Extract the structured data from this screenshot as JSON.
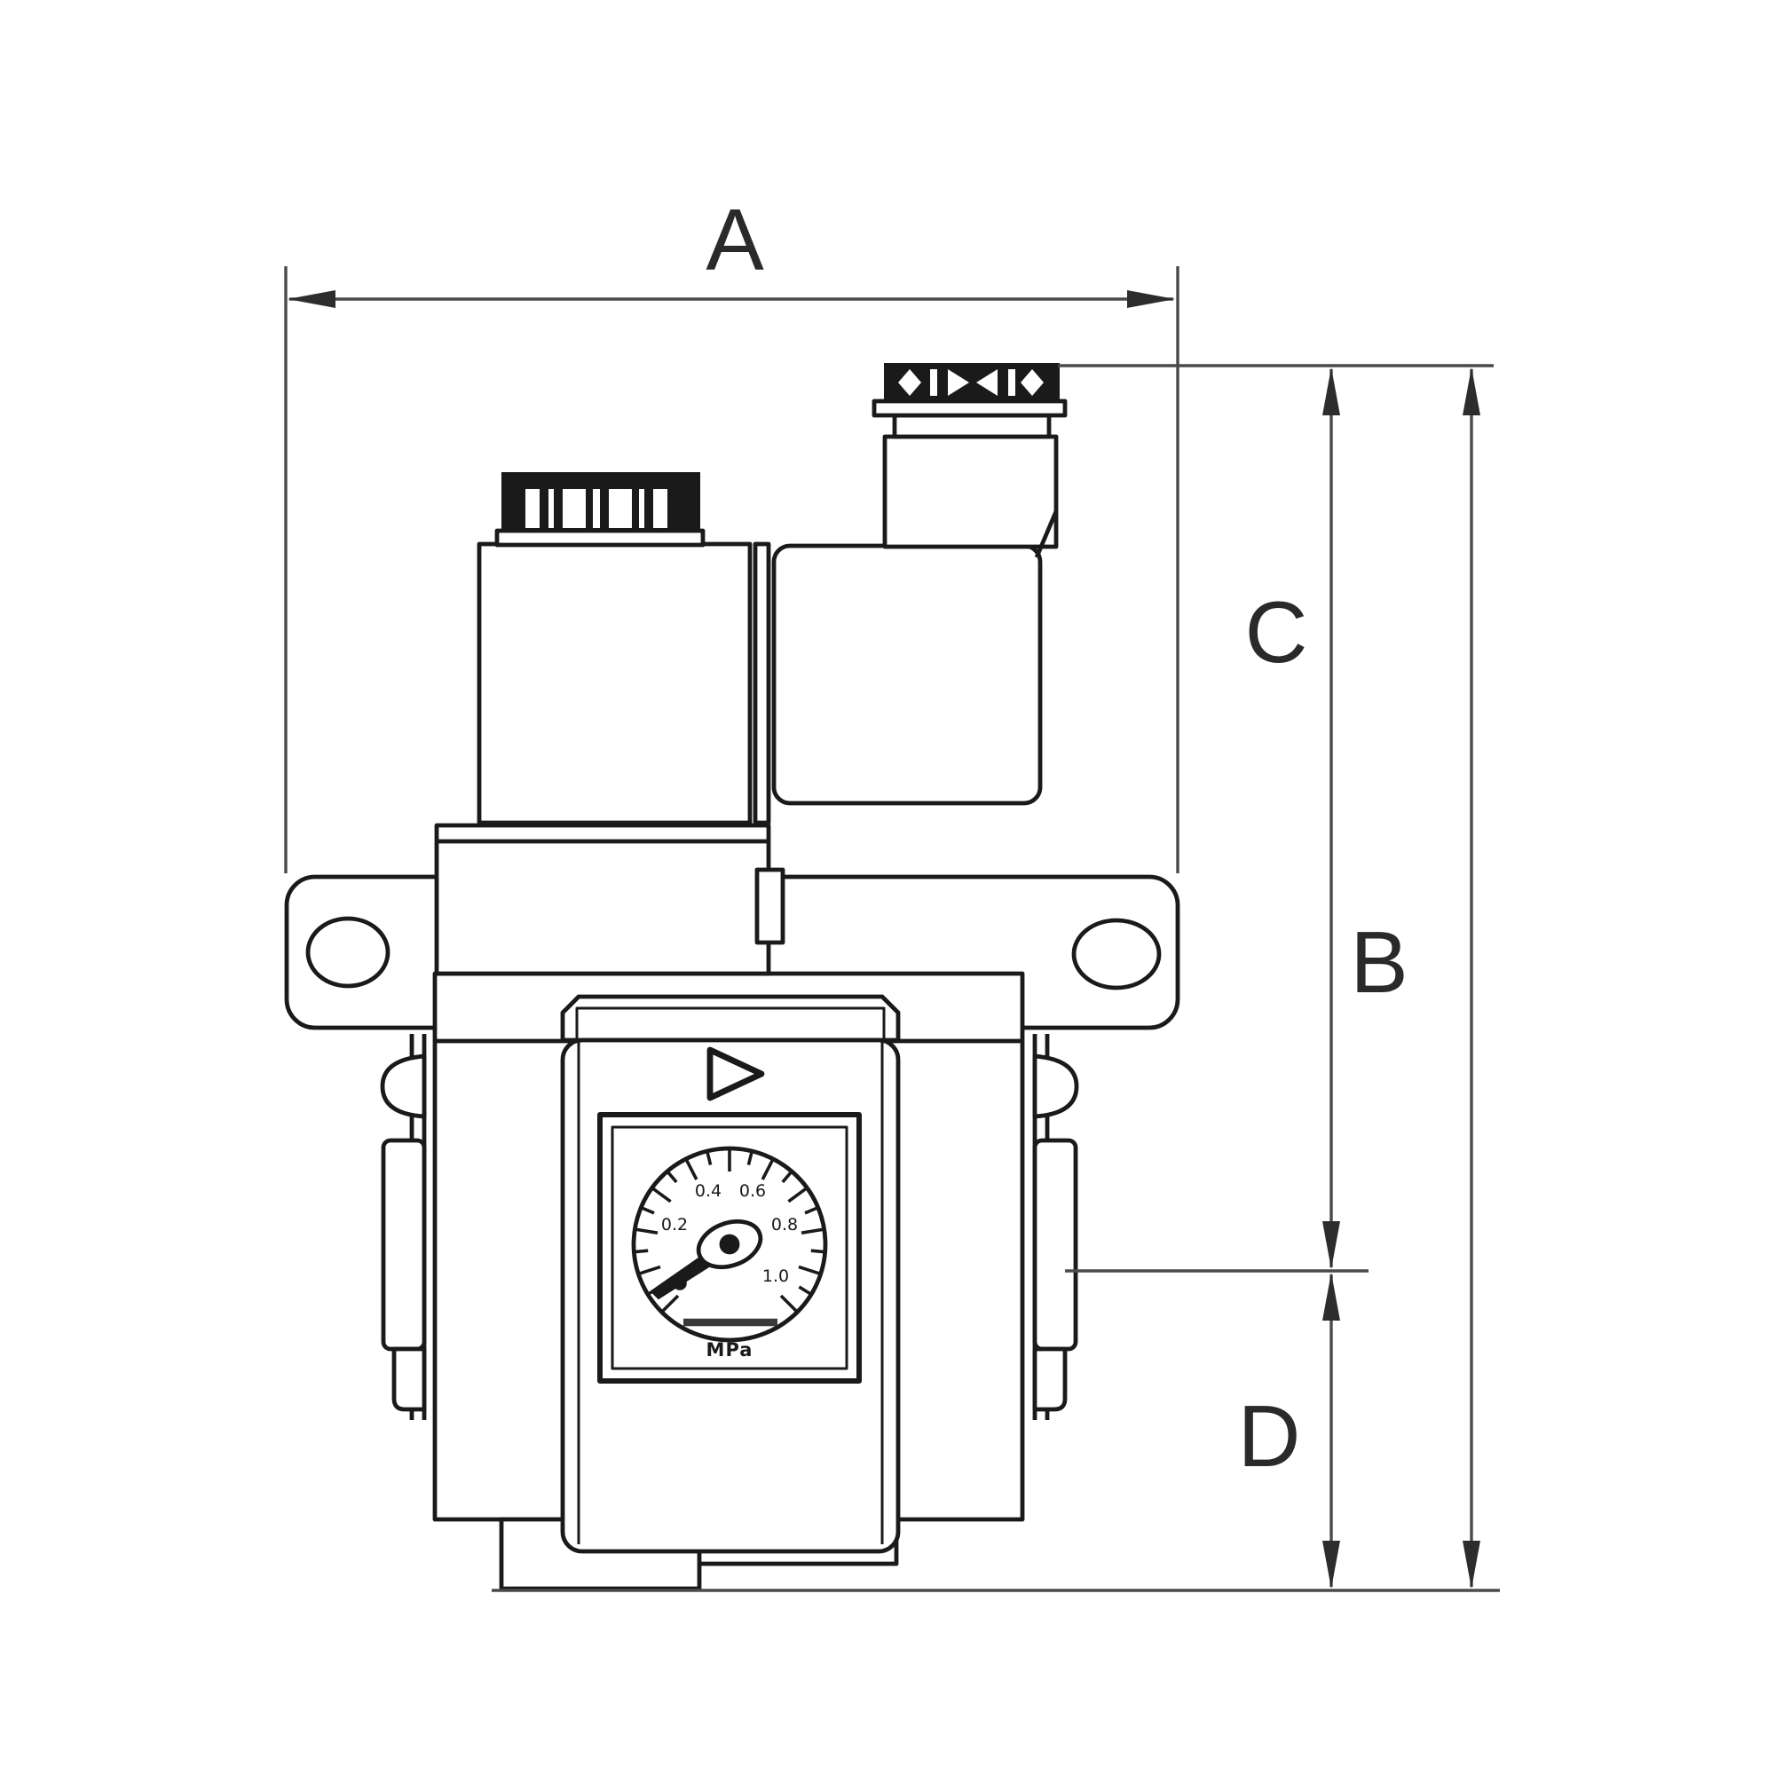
{
  "drawing": {
    "title": "Solenoid valve with regulator and pressure gauge - dimensional outline drawing",
    "view": "front"
  },
  "dimension_labels": {
    "a": "A",
    "b": "B",
    "c": "C",
    "d": "D"
  },
  "gauge": {
    "unit": "MPa",
    "tick_labels": [
      "0.2",
      "0.4",
      "0.6",
      "0.8",
      "1.0"
    ],
    "range": [
      0,
      1.0
    ]
  },
  "colors": {
    "background": "#ffffff",
    "part_line": "#1a1a1a",
    "dimension_line": "#4a4a4a",
    "label_text": "#2a2a2a"
  }
}
